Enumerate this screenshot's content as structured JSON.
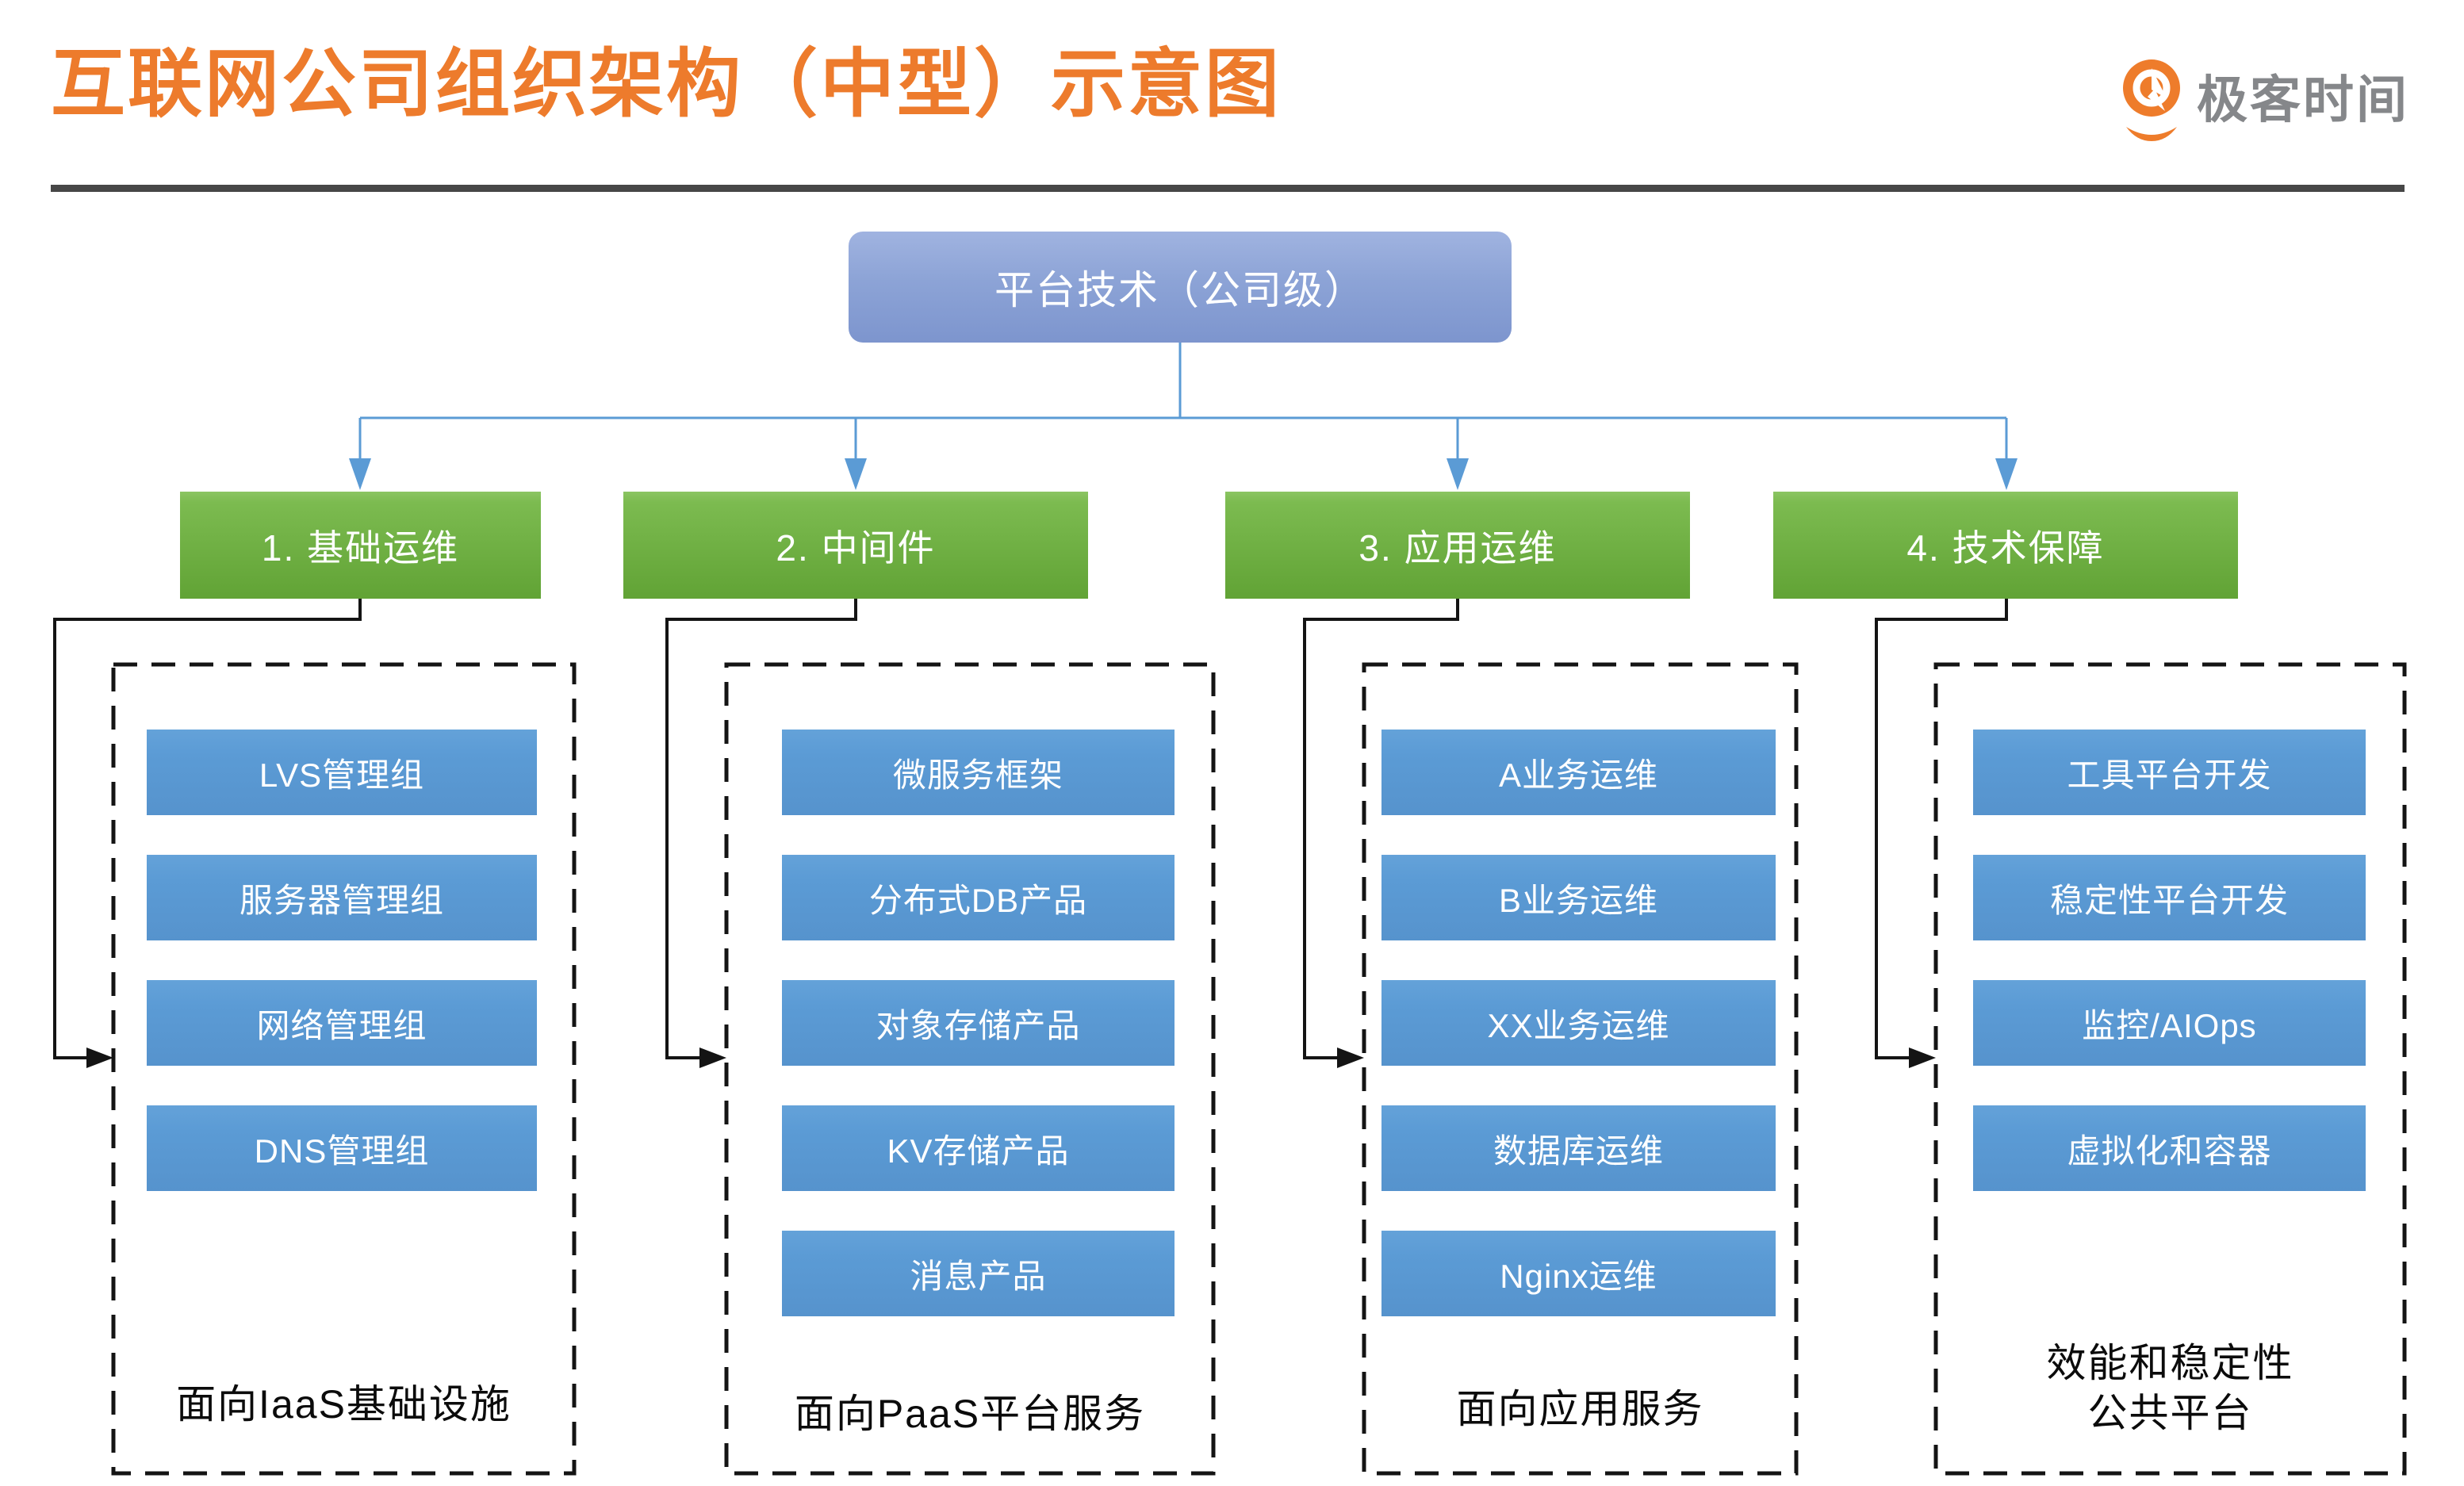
{
  "title": "互联网公司组织架构（中型）示意图",
  "logo": {
    "text": "极客时间",
    "icon": "geektime-pin-icon"
  },
  "root_node": {
    "label": "平台技术（公司级）"
  },
  "groups": [
    {
      "label": "1. 基础运维",
      "items": [
        "LVS管理组",
        "服务器管理组",
        "网络管理组",
        "DNS管理组"
      ],
      "caption": "面向IaaS基础设施"
    },
    {
      "label": "2. 中间件",
      "items": [
        "微服务框架",
        "分布式DB产品",
        "对象存储产品",
        "KV存储产品",
        "消息产品"
      ],
      "caption": "面向PaaS平台服务"
    },
    {
      "label": "3. 应用运维",
      "items": [
        "A业务运维",
        "B业务运维",
        "XX业务运维",
        "数据库运维",
        "Nginx运维"
      ],
      "caption": "面向应用服务"
    },
    {
      "label": "4. 技术保障",
      "items": [
        "工具平台开发",
        "稳定性平台开发",
        "监控/AIOps",
        "虚拟化和容器"
      ],
      "caption": "效能和稳定性\n公共平台"
    }
  ],
  "colors": {
    "title_orange": "#ED7B2C",
    "logo_orange": "#EE7C2B",
    "logo_gray": "#85878A",
    "divider_gray": "#474747",
    "root_blue_top": "#A0B3E0",
    "root_blue_bottom": "#7D95CE",
    "group_green_top": "#7CBB50",
    "group_green_bottom": "#61A335",
    "item_blue": "#5B9BD5",
    "connector_blue": "#5B9BD5",
    "connector_black": "#141414",
    "caption_black": "#0B0B0B"
  }
}
